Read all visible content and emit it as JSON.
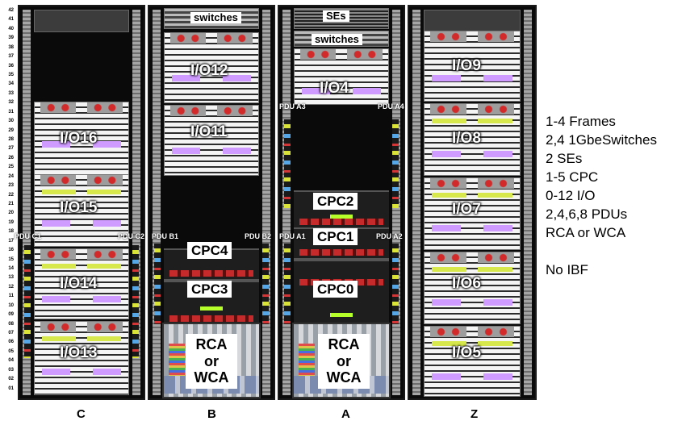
{
  "frames": {
    "c": {
      "name": "C",
      "top_label": "",
      "io": [
        "I/O16",
        "I/O15",
        "I/O14",
        "I/O13"
      ],
      "pdu_left": "PDU C1",
      "pdu_right": "PDU C2"
    },
    "b": {
      "name": "B",
      "top_label": "switches",
      "io": [
        "I/O12",
        "I/O11"
      ],
      "cpc": [
        "CPC4",
        "CPC3"
      ],
      "pdu_left": "PDU B1",
      "pdu_right": "PDU B2",
      "cooler": "RCA or WCA"
    },
    "a": {
      "name": "A",
      "top_label": "SEs",
      "second_label": "switches",
      "io": [
        "I/O4"
      ],
      "cpc": [
        "CPC2",
        "CPC1",
        "CPC0"
      ],
      "pdu_top_left": "PDU A3",
      "pdu_top_right": "PDU A4",
      "pdu_left": "PDU A1",
      "pdu_right": "PDU A2",
      "cooler": "RCA or WCA"
    },
    "z": {
      "name": "Z",
      "io": [
        "I/O9",
        "I/O8",
        "I/O7",
        "I/O6",
        "I/O5"
      ]
    }
  },
  "rack_units": [
    "42",
    "41",
    "40",
    "39",
    "38",
    "37",
    "36",
    "35",
    "34",
    "33",
    "32",
    "31",
    "30",
    "29",
    "28",
    "27",
    "26",
    "25",
    "24",
    "23",
    "22",
    "21",
    "20",
    "19",
    "18",
    "17",
    "16",
    "15",
    "14",
    "13",
    "12",
    "11",
    "10",
    "09",
    "08",
    "07",
    "06",
    "05",
    "04",
    "03",
    "02",
    "01"
  ],
  "legend": [
    "1-4 Frames",
    "2,4 1GbeSwitches",
    "2 SEs",
    "1-5 CPC",
    "0-12 I/O",
    "2,4,6,8 PDUs",
    "RCA or WCA",
    "",
    "No IBF"
  ],
  "colors": {
    "frame": "#0a0a0a",
    "cpc_green": "#b6ff2a",
    "fan_red": "#d22a2a",
    "purple_band": "#cf9bff",
    "yellow_band": "#d6e84b"
  }
}
